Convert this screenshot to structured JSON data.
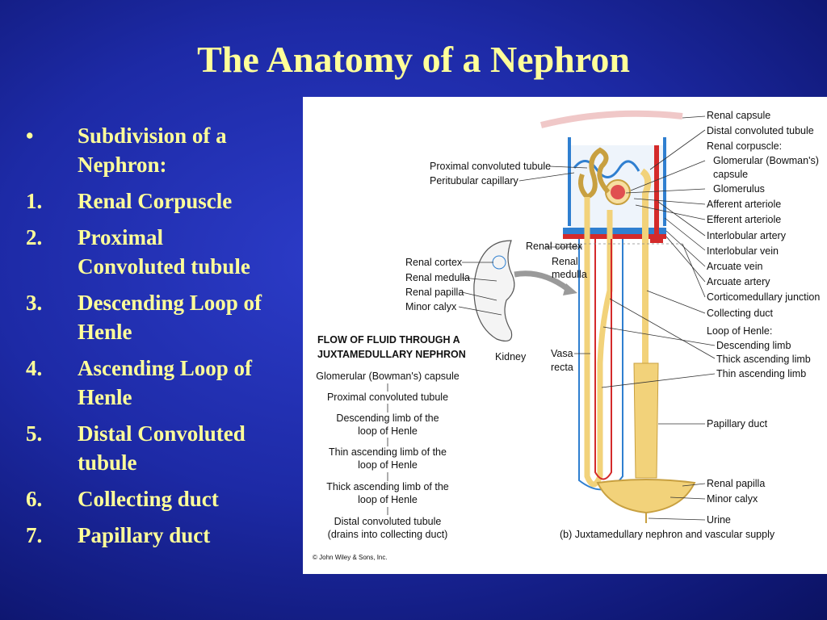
{
  "slide": {
    "title": "The Anatomy of a Nephron",
    "bullets": [
      {
        "marker": "•",
        "text": "Subdivision of a\nNephron:"
      },
      {
        "marker": "1.",
        "text": "Renal Corpuscle"
      },
      {
        "marker": "2.",
        "text": "Proximal\nConvoluted  tubule"
      },
      {
        "marker": "3.",
        "text": "Descending Loop of\nHenle"
      },
      {
        "marker": "4.",
        "text": "Ascending Loop of\nHenle"
      },
      {
        "marker": "5.",
        "text": "Distal Convoluted\ntubule"
      },
      {
        "marker": "6.",
        "text": "Collecting duct"
      },
      {
        "marker": "7.",
        "text": "Papillary duct"
      }
    ]
  },
  "figure": {
    "right_labels": {
      "renal_capsule": "Renal capsule",
      "distal_convoluted_tubule": "Distal convoluted tubule",
      "renal_corpuscle": "Renal corpuscle:",
      "glomerular_capsule_1": "Glomerular (Bowman's)",
      "glomerular_capsule_2": "capsule",
      "glomerulus": "Glomerulus",
      "afferent_arteriole": "Afferent arteriole",
      "efferent_arteriole": "Efferent arteriole",
      "interlobular_artery": "Interlobular artery",
      "interlobular_vein": "Interlobular vein",
      "arcuate_vein": "Arcuate vein",
      "arcuate_artery": "Arcuate artery",
      "corticomedullary_junction": "Corticomedullary junction",
      "collecting_duct": "Collecting duct",
      "loop_of_henle": "Loop of Henle:",
      "descending_limb": "Descending limb",
      "thick_ascending_limb": "Thick ascending limb",
      "thin_ascending_limb": "Thin ascending limb",
      "papillary_duct": "Papillary duct",
      "renal_papilla": "Renal papilla",
      "minor_calyx": "Minor calyx",
      "urine": "Urine"
    },
    "left_labels": {
      "proximal_convoluted_tubule": "Proximal convoluted tubule",
      "peritubular_capillary": "Peritubular capillary",
      "renal_cortex_top": "Renal cortex",
      "renal_cortex": "Renal cortex",
      "renal_medulla": "Renal medulla",
      "renal_papilla": "Renal papilla",
      "minor_calyx": "Minor calyx",
      "renal_medulla_inset_1": "Renal",
      "renal_medulla_inset_2": "medulla",
      "kidney": "Kidney",
      "vasa_recta_1": "Vasa",
      "vasa_recta_2": "recta"
    },
    "flow": {
      "title_line1": "FLOW OF FLUID THROUGH A",
      "title_line2": "JUXTAMEDULLARY NEPHRON",
      "steps": [
        "Glomerular (Bowman's) capsule",
        "Proximal convoluted tubule",
        "Descending limb of the",
        "loop of Henle",
        "Thin ascending limb of the",
        "loop of Henle",
        "Thick ascending limb of the",
        "loop of Henle",
        "Distal convoluted tubule",
        "(drains into collecting duct)"
      ]
    },
    "caption": "(b) Juxtamedullary nephron and vascular supply",
    "copyright": "© John Wiley & Sons, Inc.",
    "colors": {
      "artery": "#d42a2a",
      "vein": "#2f7fd0",
      "tubule": "#f2d27a",
      "tubule_outline": "#c8a040"
    }
  }
}
